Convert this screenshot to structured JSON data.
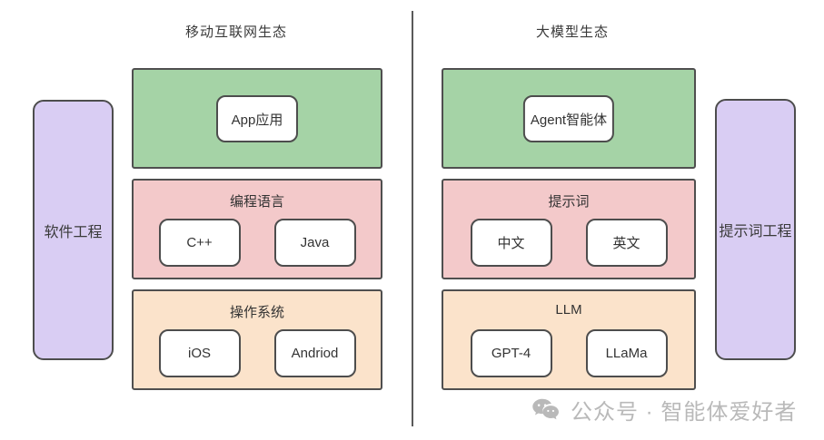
{
  "canvas": {
    "background": "#ffffff",
    "divider_color": "#5a5a5a"
  },
  "palette": {
    "green": "#a5d3a6",
    "pink": "#f3c9ca",
    "peach": "#fbe3cb",
    "purple": "#d9cdf3",
    "chip_bg": "#ffffff",
    "border": "#4d4d4d",
    "text": "#3a3a3a",
    "watermark": "#b9b9b9"
  },
  "left": {
    "title": "移动互联网生态",
    "side_label": "软件工程",
    "sections": [
      {
        "name": "app-layer",
        "label": "",
        "items": [
          "App应用"
        ]
      },
      {
        "name": "language-layer",
        "label": "编程语言",
        "items": [
          "C++",
          "Java"
        ]
      },
      {
        "name": "os-layer",
        "label": "操作系统",
        "items": [
          "iOS",
          "Andriod"
        ]
      }
    ]
  },
  "right": {
    "title": "大模型生态",
    "side_label": "提示词工程",
    "sections": [
      {
        "name": "agent-layer",
        "label": "",
        "items": [
          "Agent智能体"
        ]
      },
      {
        "name": "prompt-layer",
        "label": "提示词",
        "items": [
          "中文",
          "英文"
        ]
      },
      {
        "name": "llm-layer",
        "label": "LLM",
        "items": [
          "GPT-4",
          "LLaMa"
        ]
      }
    ]
  },
  "watermark": {
    "icon": "wechat-icon",
    "text": "公众号 · 智能体爱好者"
  }
}
